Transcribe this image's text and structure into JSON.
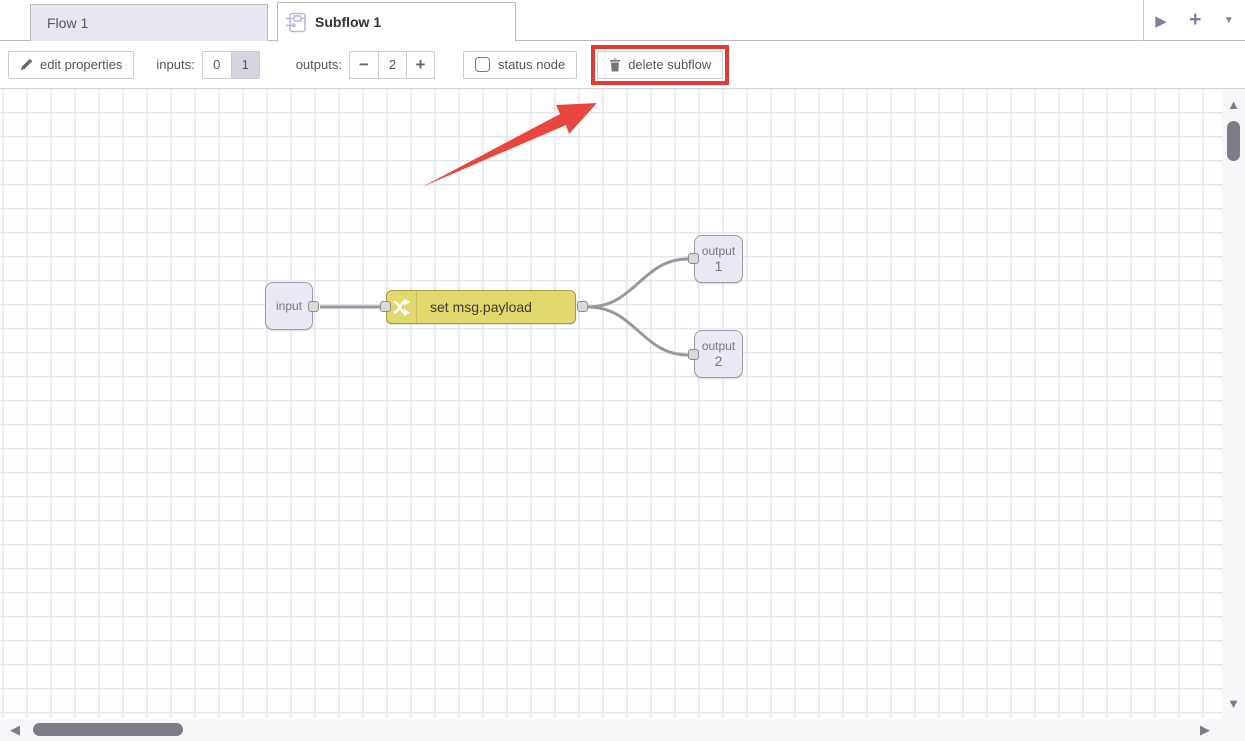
{
  "tab_bar": {
    "tabs": [
      {
        "label": "Flow 1",
        "active": false
      },
      {
        "label": "Subflow 1",
        "active": true
      }
    ]
  },
  "toolbar": {
    "edit_properties_label": "edit properties",
    "inputs_label": "inputs:",
    "inputs_options": [
      "0",
      "1"
    ],
    "inputs_selected": "1",
    "outputs_label": "outputs:",
    "outputs_value": "2",
    "status_node_label": "status node",
    "status_node_checked": false,
    "delete_subflow_label": "delete subflow"
  },
  "canvas": {
    "nodes": {
      "input": {
        "label": "input",
        "type": "subflow-input"
      },
      "change": {
        "label": "set msg.payload",
        "type": "change"
      },
      "output1": {
        "label": "output",
        "number": "1",
        "type": "subflow-output"
      },
      "output2": {
        "label": "output",
        "number": "2",
        "type": "subflow-output"
      }
    }
  },
  "icons": {
    "play": "▶",
    "plus": "+",
    "chevron_down": "▼",
    "scroll_up": "▲",
    "scroll_down": "▼",
    "scroll_left": "◀",
    "scroll_right": "▶"
  },
  "colors": {
    "change_node_fill": "#e2d96e",
    "change_node_border": "#a79b3f",
    "port_node_fill": "#e9e9f4",
    "wire": "#999999",
    "grid_line": "#e5e5f1",
    "annotation_red": "#e8463f",
    "inactive_tab_fill": "#e7e7f2"
  }
}
